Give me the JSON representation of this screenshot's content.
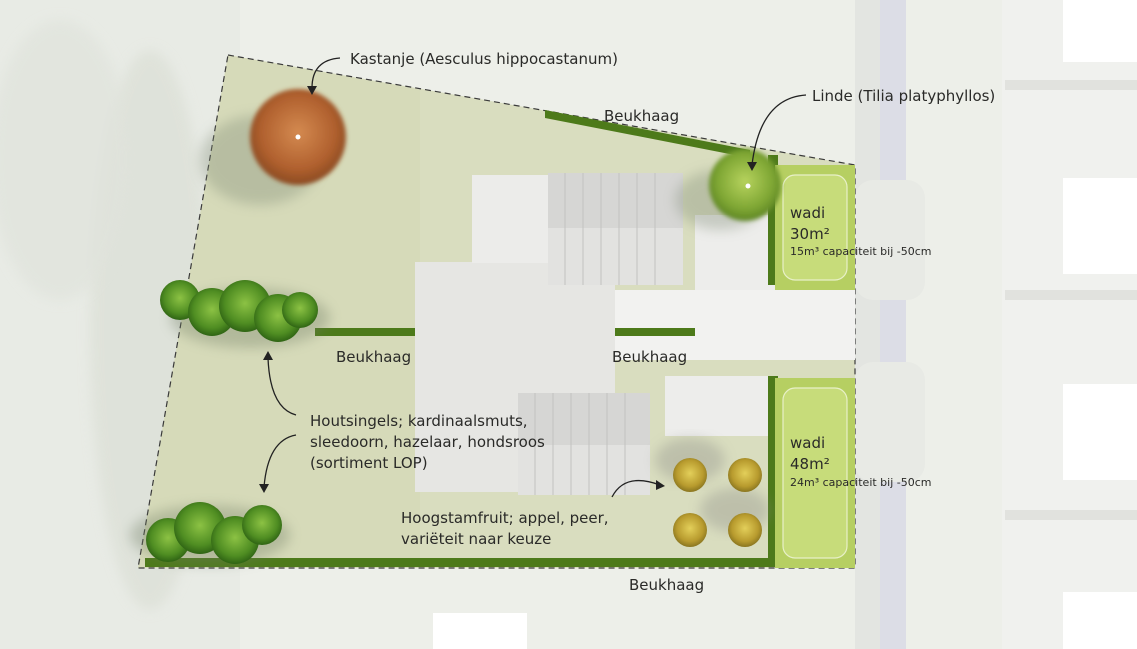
{
  "labels": {
    "kastanje": "Kastanje (Aesculus hippocastanum)",
    "linde": "Linde (Tilia platyphyllos)",
    "beukhaag_top": "Beukhaag",
    "beukhaag_left": "Beukhaag",
    "beukhaag_mid": "Beukhaag",
    "beukhaag_bottom": "Beukhaag",
    "houtsingels": [
      "Houtsingels; kardinaalsmuts,",
      "sleedoorn, hazelaar, hondsroos",
      "(sortiment  LOP)"
    ],
    "hoogstamfruit": [
      "Hoogstamfruit; appel, peer,",
      "variëteit naar keuze"
    ]
  },
  "wadi_1": {
    "name": "wadi",
    "area": "30m²",
    "capacity": "15m³ capaciteit bij -50cm"
  },
  "wadi_2": {
    "name": "wadi",
    "area": "48m²",
    "capacity": "24m³ capaciteit bij -50cm"
  },
  "colors": {
    "lawn": "#d9ddbf",
    "hedge": "#4d7a1a",
    "wadi": "#b6cf62",
    "kastanje": "#b86a36",
    "linde": "#8fb33c",
    "fruit": "#b9a63a",
    "roof": "#d2d2d0",
    "paving": "#e9e9e7"
  }
}
